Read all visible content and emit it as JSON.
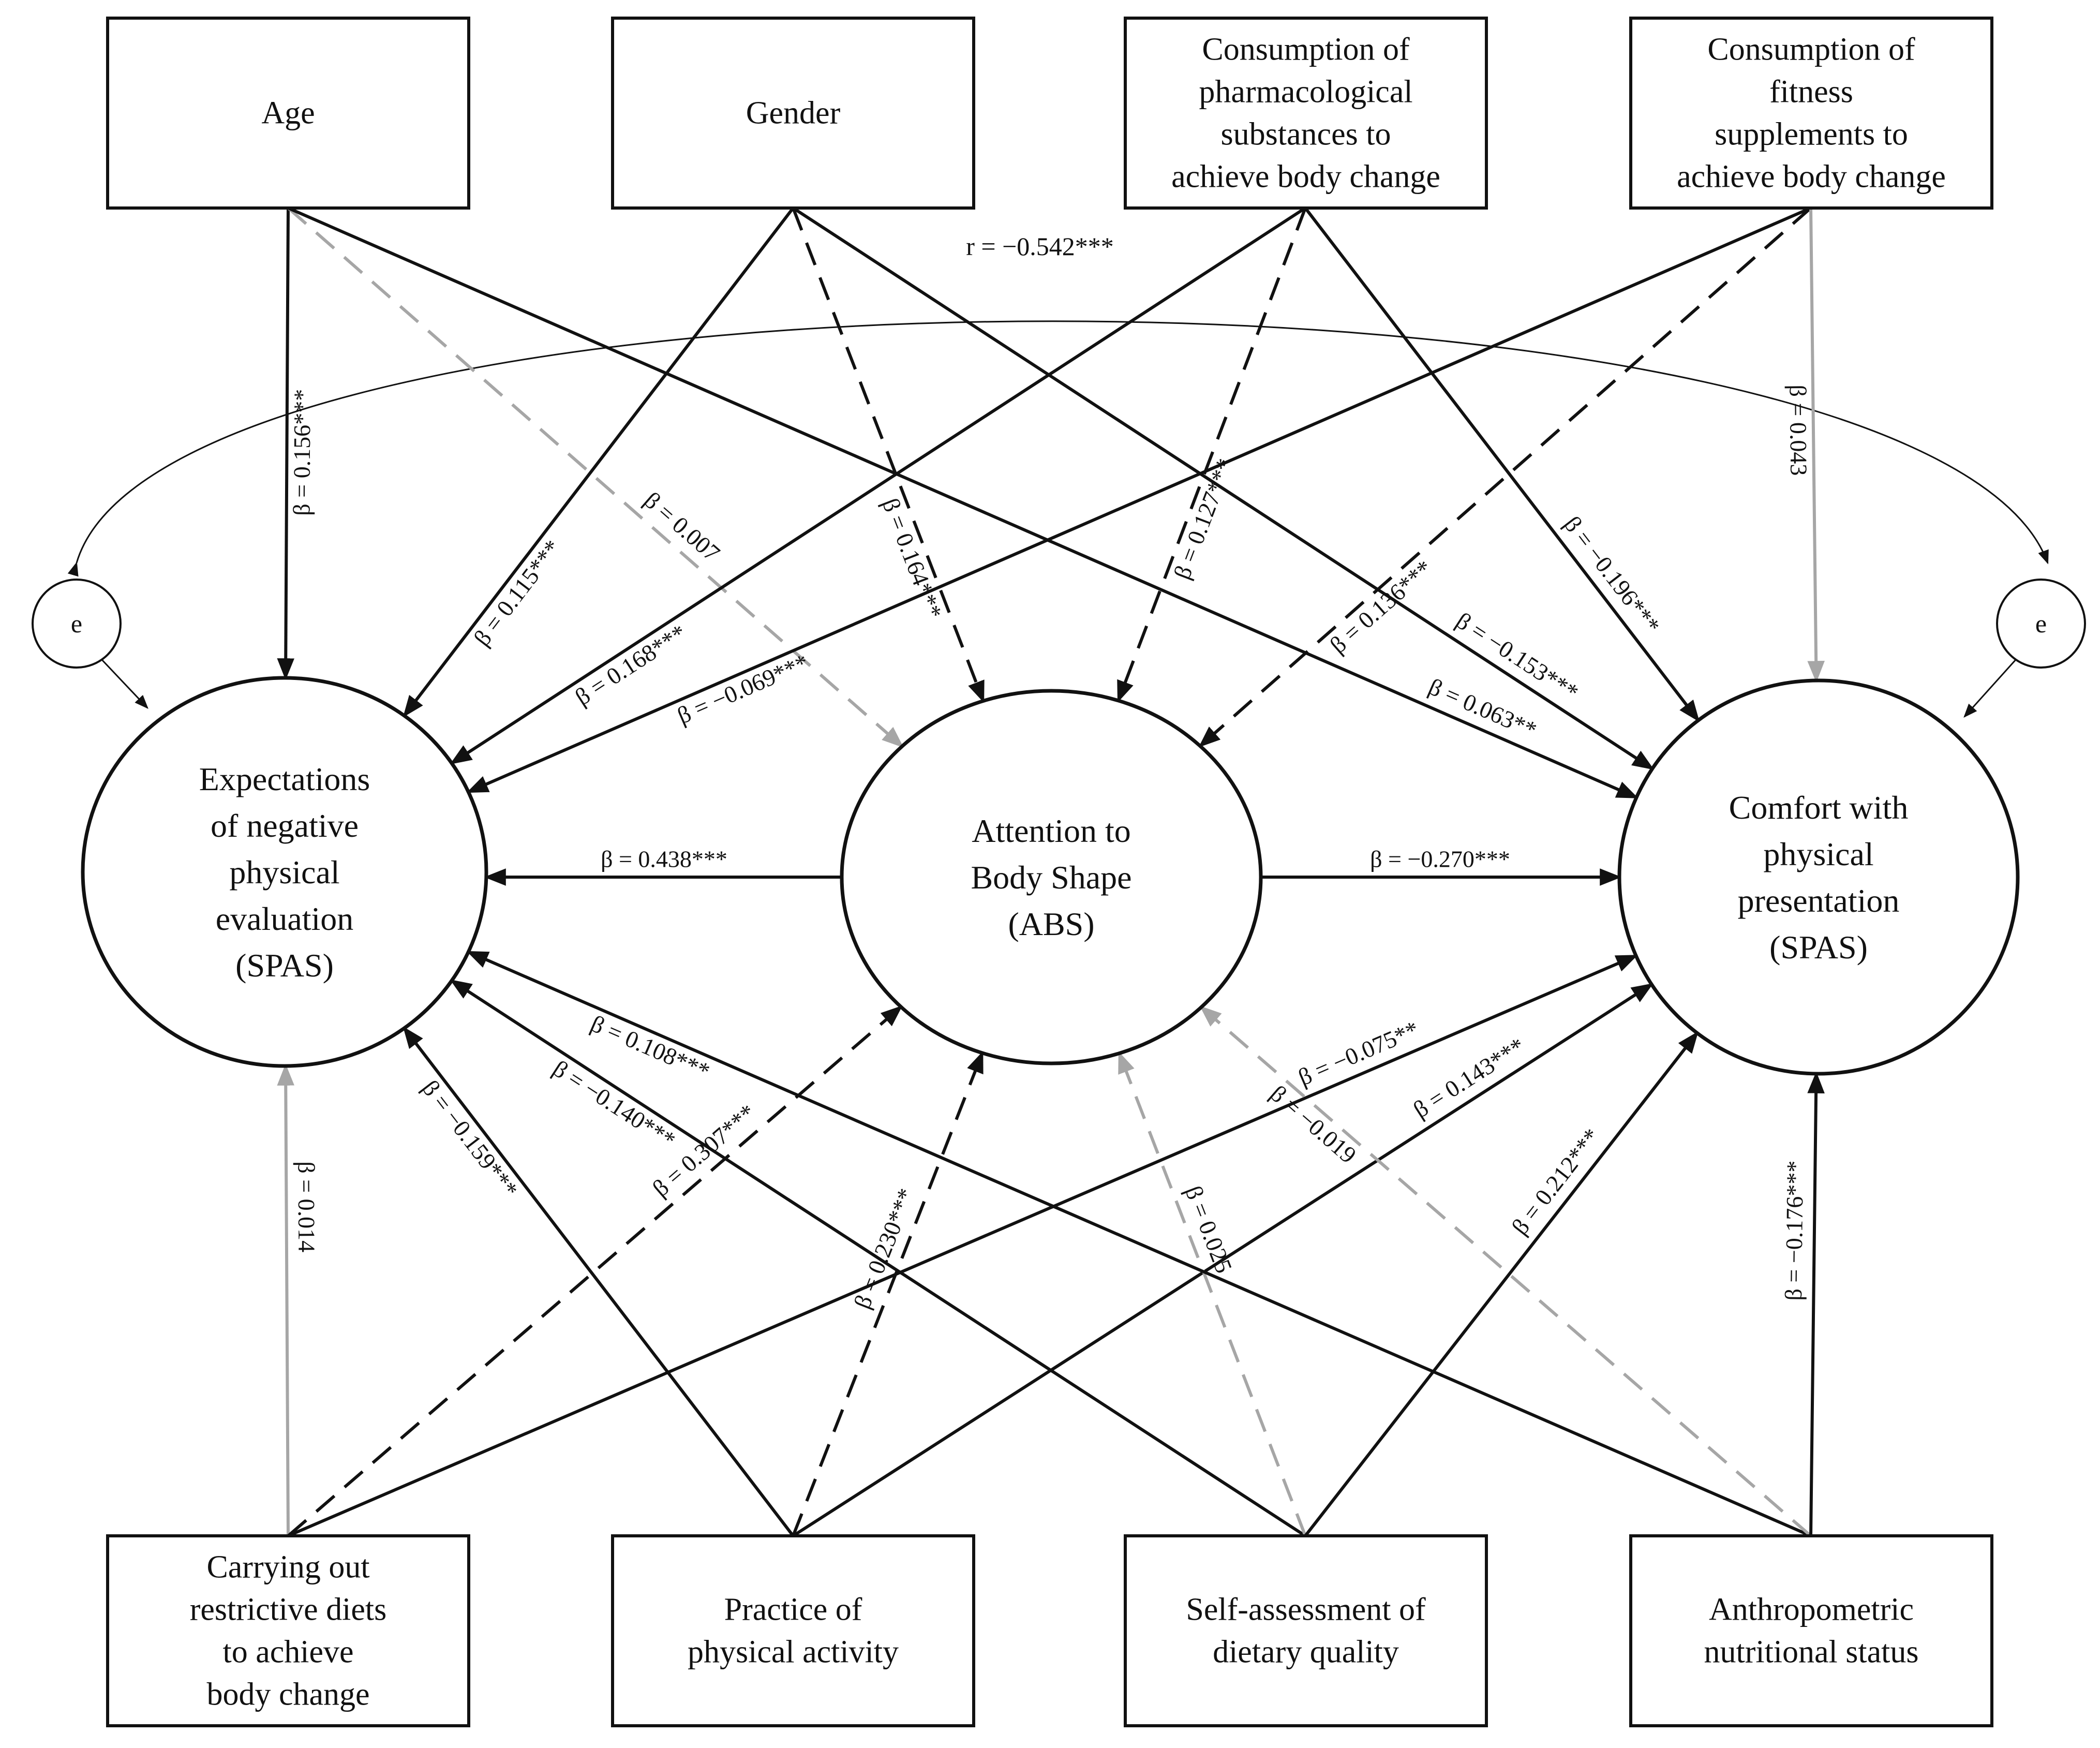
{
  "nodes": {
    "age": {
      "lines": [
        "Age"
      ]
    },
    "gender": {
      "lines": [
        "Gender"
      ]
    },
    "pharma": {
      "lines": [
        "Consumption of",
        "pharmacological",
        "substances to",
        "achieve body change"
      ]
    },
    "fitness": {
      "lines": [
        "Consumption of",
        "fitness",
        "supplements to",
        "achieve body change"
      ]
    },
    "diets": {
      "lines": [
        "Carrying out",
        "restrictive diets",
        "to achieve",
        "body change"
      ]
    },
    "activity": {
      "lines": [
        "Practice of",
        "physical activity"
      ]
    },
    "selfdiet": {
      "lines": [
        "Self-assessment of",
        "dietary quality"
      ]
    },
    "anthro": {
      "lines": [
        "Anthropometric",
        "nutritional status"
      ]
    },
    "enpe": {
      "lines": [
        "Expectations",
        "of negative",
        "physical",
        "evaluation",
        "(SPAS)"
      ]
    },
    "abs": {
      "lines": [
        "Attention to",
        "Body Shape",
        "(ABS)"
      ]
    },
    "cpp": {
      "lines": [
        "Comfort with",
        "physical",
        "presentation",
        "(SPAS)"
      ]
    },
    "err_left": {
      "lines": [
        "e"
      ]
    },
    "err_right": {
      "lines": [
        "e"
      ]
    }
  },
  "correlation": {
    "label": "r = −0.542***"
  },
  "paths": [
    {
      "from": "age",
      "to": "enpe",
      "label": "β = 0.156***",
      "style": "solid"
    },
    {
      "from": "age",
      "to": "abs",
      "label": "β = 0.007",
      "style": "grey-dashed"
    },
    {
      "from": "age",
      "to": "cpp",
      "label": "β = 0.063**",
      "style": "solid"
    },
    {
      "from": "gender",
      "to": "enpe",
      "label": "β = 0.115***",
      "style": "solid"
    },
    {
      "from": "gender",
      "to": "abs",
      "label": "β = 0.164***",
      "style": "dashed"
    },
    {
      "from": "gender",
      "to": "cpp",
      "label": "β = −0.153***",
      "style": "solid"
    },
    {
      "from": "pharma",
      "to": "enpe",
      "label": "β = 0.168***",
      "style": "solid"
    },
    {
      "from": "pharma",
      "to": "abs",
      "label": "β = 0.127***",
      "style": "dashed"
    },
    {
      "from": "pharma",
      "to": "cpp",
      "label": "β = −0.196***",
      "style": "solid"
    },
    {
      "from": "fitness",
      "to": "enpe",
      "label": "β = −0.069***",
      "style": "solid"
    },
    {
      "from": "fitness",
      "to": "abs",
      "label": "β = 0.136***",
      "style": "dashed"
    },
    {
      "from": "fitness",
      "to": "cpp",
      "label": "β = 0.043",
      "style": "grey"
    },
    {
      "from": "abs",
      "to": "enpe",
      "label": "β = 0.438***",
      "style": "solid"
    },
    {
      "from": "abs",
      "to": "cpp",
      "label": "β = −0.270***",
      "style": "solid"
    },
    {
      "from": "diets",
      "to": "enpe",
      "label": "β = 0.014",
      "style": "grey"
    },
    {
      "from": "diets",
      "to": "abs",
      "label": "β = 0.307***",
      "style": "dashed"
    },
    {
      "from": "diets",
      "to": "cpp",
      "label": "β = −0.075**",
      "style": "solid"
    },
    {
      "from": "activity",
      "to": "enpe",
      "label": "β = −0.159***",
      "style": "solid"
    },
    {
      "from": "activity",
      "to": "abs",
      "label": "β = 0.230***",
      "style": "dashed"
    },
    {
      "from": "activity",
      "to": "cpp",
      "label": "β = 0.143***",
      "style": "solid"
    },
    {
      "from": "selfdiet",
      "to": "enpe",
      "label": "β = −0.140***",
      "style": "solid"
    },
    {
      "from": "selfdiet",
      "to": "abs",
      "label": "β = 0.025",
      "style": "grey-dashed"
    },
    {
      "from": "selfdiet",
      "to": "cpp",
      "label": "β = 0.212***",
      "style": "solid"
    },
    {
      "from": "anthro",
      "to": "enpe",
      "label": "β = 0.108***",
      "style": "solid"
    },
    {
      "from": "anthro",
      "to": "abs",
      "label": "β = −0.019",
      "style": "grey-dashed"
    },
    {
      "from": "anthro",
      "to": "cpp",
      "label": "β = −0.176***",
      "style": "solid"
    }
  ]
}
